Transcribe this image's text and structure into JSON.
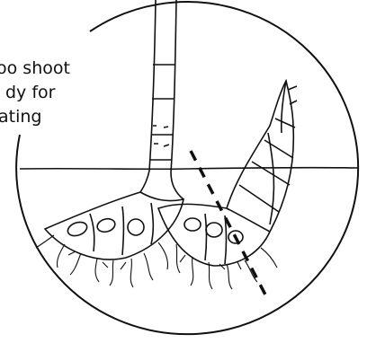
{
  "caption": {
    "lines": [
      "oo shoot",
      "dy for",
      "ating"
    ]
  },
  "colors": {
    "ink": "#111111",
    "background": "#ffffff"
  }
}
